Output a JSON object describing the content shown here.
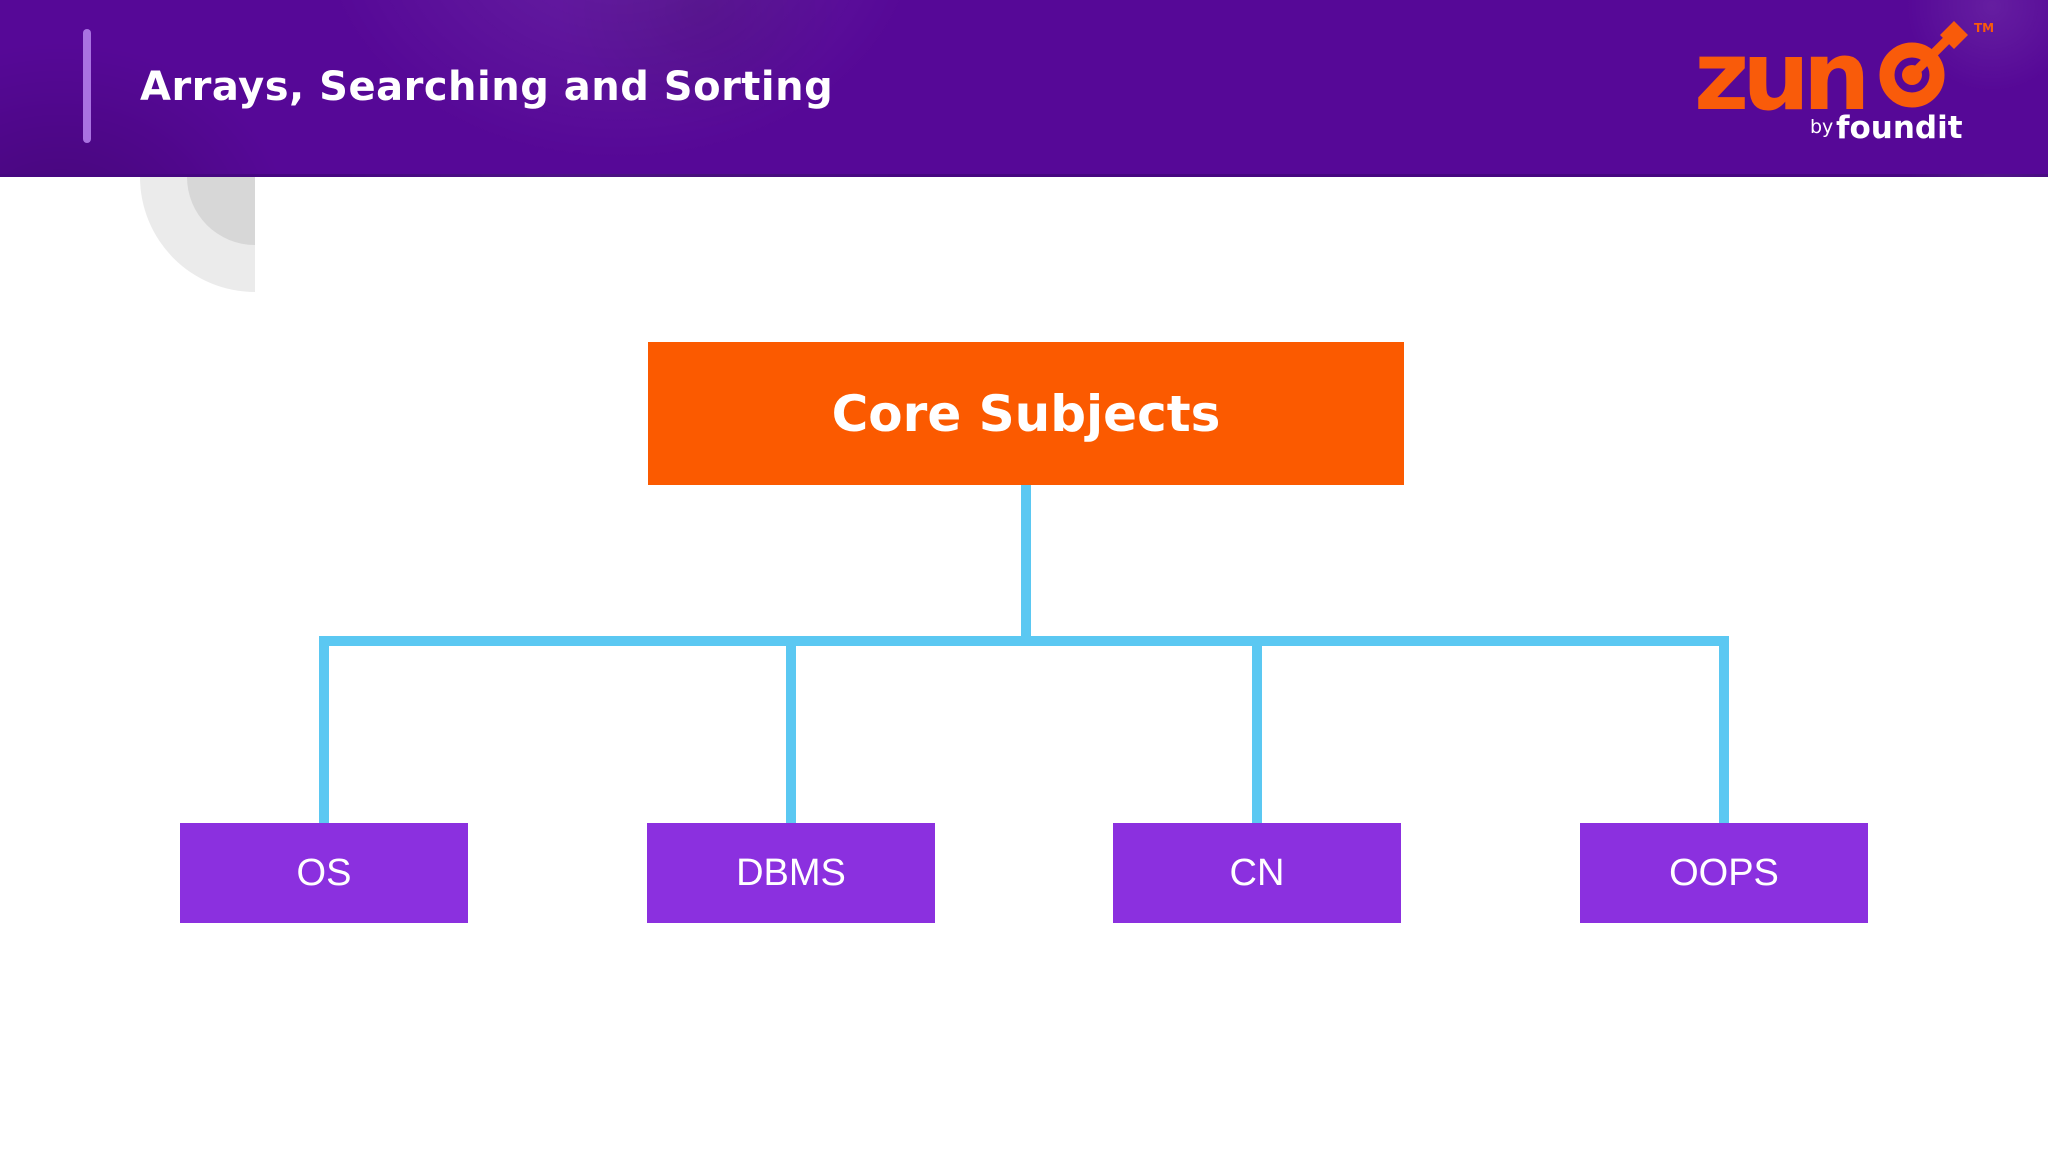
{
  "header": {
    "title": "Arrays, Searching and Sorting",
    "logo": {
      "text_partial": "zun",
      "full_name": "zuno",
      "tm": "TM",
      "by": "by",
      "foundit": "foundit"
    }
  },
  "diagram": {
    "root": {
      "label": "Core Subjects"
    },
    "children": [
      {
        "label": "OS"
      },
      {
        "label": "DBMS"
      },
      {
        "label": "CN"
      },
      {
        "label": "OOPS"
      }
    ]
  },
  "colors": {
    "header_bg": "#560897",
    "accent_bar": "#A972E1",
    "logo_orange": "#F95B0A",
    "root_box": "#FB5A00",
    "child_box": "#8B30DF",
    "connector": "#5BC8F2",
    "deco_outer": "#EBEBEB",
    "deco_inner": "#D7D7D7",
    "text_light": "#FFFFFF"
  }
}
